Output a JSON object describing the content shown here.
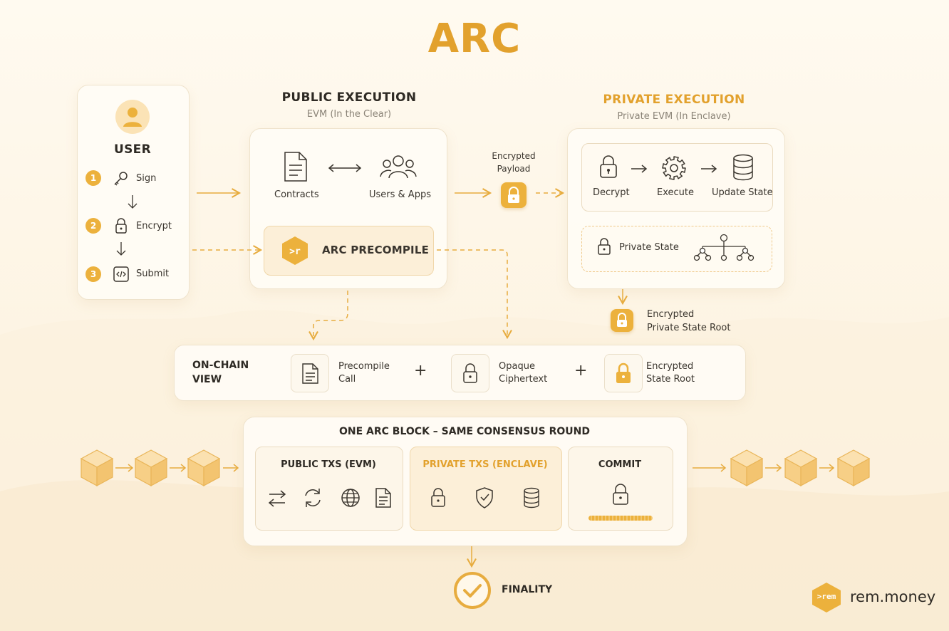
{
  "title": "ARC",
  "user": {
    "heading": "USER",
    "steps": [
      {
        "num": "1",
        "label": "Sign",
        "icon": "key-icon"
      },
      {
        "num": "2",
        "label": "Encrypt",
        "icon": "lock-icon"
      },
      {
        "num": "3",
        "label": "Submit",
        "icon": "code-icon"
      }
    ]
  },
  "public_execution": {
    "heading": "PUBLIC EXECUTION",
    "subtitle": "EVM (In the Clear)",
    "contracts_label": "Contracts",
    "users_label": "Users & Apps",
    "precompile_label": "ARC PRECOMPILE"
  },
  "encrypted_payload": {
    "line1": "Encrypted",
    "line2": "Payload"
  },
  "private_execution": {
    "heading": "PRIVATE EXECUTION",
    "subtitle": "Private EVM (In Enclave)",
    "steps": [
      "Decrypt",
      "Execute",
      "Update State"
    ],
    "private_state_label": "Private State"
  },
  "encrypted_state_root": {
    "line1": "Encrypted",
    "line2": "Private State Root"
  },
  "onchain_view": {
    "heading_line1": "ON-CHAIN",
    "heading_line2": "VIEW",
    "items": [
      {
        "line1": "Precompile",
        "line2": "Call"
      },
      {
        "line1": "Opaque",
        "line2": "Ciphertext"
      },
      {
        "line1": "Encrypted",
        "line2": "State Root"
      }
    ],
    "plus": "+"
  },
  "block": {
    "heading": "ONE ARC BLOCK – SAME CONSENSUS ROUND",
    "public_txs": "PUBLIC TXS (EVM)",
    "private_txs": "PRIVATE TXS (ENCLAVE)",
    "commit": "COMMIT"
  },
  "finality": "FINALITY",
  "brand": {
    "badge": ">rem",
    "name": "rem.money"
  },
  "colors": {
    "accent": "#e2a12d",
    "accent_light": "#ecb13c",
    "text": "#2e2a24",
    "muted": "#8a8377"
  }
}
